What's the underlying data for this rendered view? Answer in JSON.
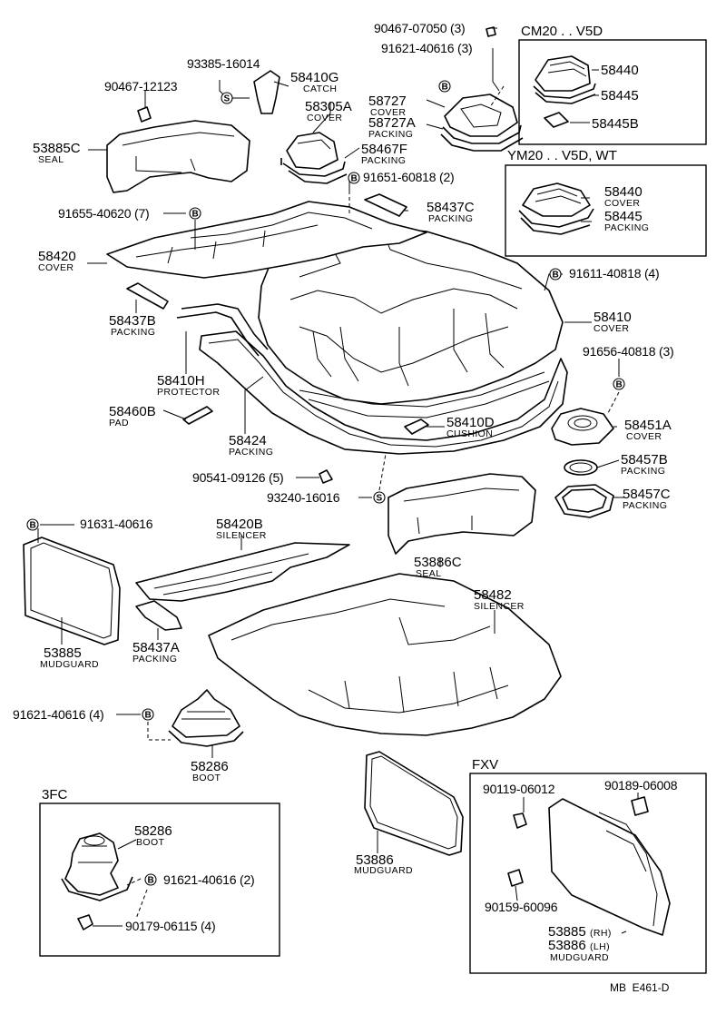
{
  "diagram_ref": "MB  E461-D",
  "boxes": {
    "cm20": "CM20 . . V5D",
    "ym20": "YM20 . . V5D, WT",
    "fxv": "FXV",
    "fc3": "3FC"
  },
  "symbols": {
    "b": "B",
    "s": "S"
  },
  "labels": {
    "p90467_07050": "90467-07050 (3)",
    "p91621_40616_3": "91621-40616 (3)",
    "p58440_cm": "58440",
    "p58445_cm": "58445",
    "p58445b": "58445B",
    "p93385": "93385-16014",
    "p58410g": "58410G",
    "n_catch": "CATCH",
    "p90467_12123": "90467-12123",
    "p58305a": "58305A",
    "n_cover_58305a": "COVER",
    "p58727": "58727",
    "n_cover_58727": "COVER",
    "p58727a": "58727A",
    "n_packing_58727a": "PACKING",
    "p58467f": "58467F",
    "n_packing_58467f": "PACKING",
    "p53885c": "53885C",
    "n_seal_53885c": "SEAL",
    "p91651": "91651-60818 (2)",
    "p58440_ym": "58440",
    "n_cover_58440_ym": "COVER",
    "p58445_ym": "58445",
    "n_packing_58445_ym": "PACKING",
    "p91655": "91655-40620 (7)",
    "p58437c": "58437C",
    "n_packing_58437c": "PACKING",
    "p58420": "58420",
    "n_cover_58420": "COVER",
    "p91611": "91611-40818 (4)",
    "p58437b": "58437B",
    "n_packing_58437b": "PACKING",
    "p58410": "58410",
    "n_cover_58410": "COVER",
    "p91656": "91656-40818 (3)",
    "p58410h": "58410H",
    "n_protector": "PROTECTOR",
    "p58460b": "58460B",
    "n_pad": "PAD",
    "p58424": "58424",
    "n_packing_58424": "PACKING",
    "p58410d": "58410D",
    "n_cushion": "CUSHION",
    "p58451a": "58451A",
    "n_cover_58451a": "COVER",
    "p58457b": "58457B",
    "n_packing_58457b": "PACKING",
    "p90541": "90541-09126 (5)",
    "p58457c": "58457C",
    "n_packing_58457c": "PACKING",
    "p93240": "93240-16016",
    "p91631": "91631-40616",
    "p58420b": "58420B",
    "n_silencer_58420b": "SILENCER",
    "p53886c": "53886C",
    "n_seal_53886c": "SEAL",
    "p58482": "58482",
    "n_silencer_58482": "SILENCER",
    "p53885": "53885",
    "n_mudguard_53885": "MUDGUARD",
    "p58437a": "58437A",
    "n_packing_58437a": "PACKING",
    "p91621_40616_4": "91621-40616 (4)",
    "p58286": "58286",
    "n_boot_58286": "BOOT",
    "p58286_3fc": "58286",
    "n_boot_3fc": "BOOT",
    "p91621_40616_2": "91621-40616 (2)",
    "p90179": "90179-06115 (4)",
    "p53886": "53886",
    "n_mudguard_53886": "MUDGUARD",
    "p90119": "90119-06012",
    "p90189": "90189-06008",
    "p90159": "90159-60096",
    "p53885_rh": "53885",
    "n_rh": "(RH)",
    "p53886_lh": "53886",
    "n_lh": "(LH)",
    "n_mudguard_fxv": "MUDGUARD"
  }
}
